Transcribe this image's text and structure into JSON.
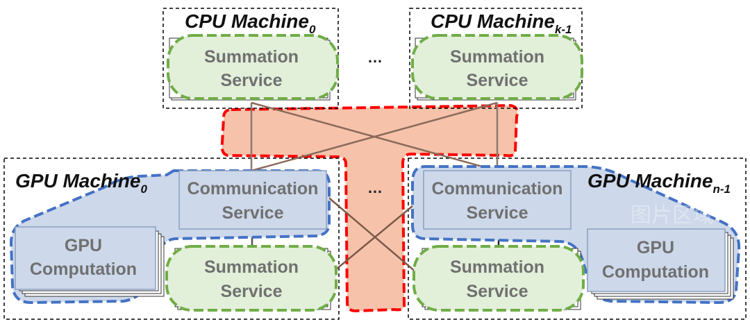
{
  "cpu_machines": [
    {
      "title": "CPU Machine",
      "subscript": "0"
    },
    {
      "title": "CPU Machine",
      "subscript": "k-1"
    }
  ],
  "gpu_machines": [
    {
      "title": "GPU Machine",
      "subscript": "0"
    },
    {
      "title": "GPU Machine",
      "subscript": "n-1"
    }
  ],
  "services": {
    "summation_line1": "Summation",
    "summation_line2": "Service",
    "communication_line1": "Communication",
    "communication_line2": "Service",
    "gpu_line1": "GPU",
    "gpu_line2": "Computation"
  },
  "ellipsis": "…",
  "watermark": "图片区域",
  "colors": {
    "summation_fill": "#e2efd9",
    "summation_outline": "#70ad47",
    "communication_fill": "#cdd8ea",
    "communication_outline": "#4472c4",
    "network_fill": "#f6c2aa",
    "network_outline": "#ff0000"
  }
}
